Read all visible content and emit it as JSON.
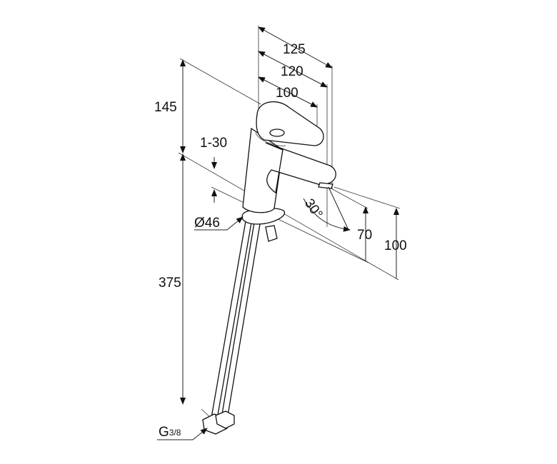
{
  "title": "Basin mixer technical drawing",
  "dimensions": {
    "d125": "125",
    "d120": "120",
    "d100_top": "100",
    "d145": "145",
    "d1_30": "1-30",
    "d375": "375",
    "diameter": "Ø46",
    "angle": "30°",
    "d70": "70",
    "d100_right": "100",
    "thread_main": "G",
    "thread_frac": "3/8"
  }
}
